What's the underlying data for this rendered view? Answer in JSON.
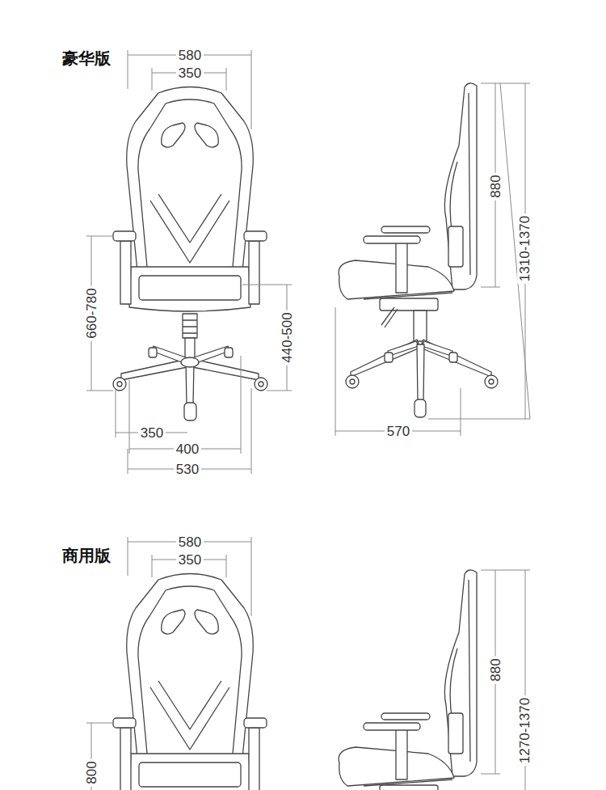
{
  "diagram": {
    "labels": [
      "豪华版",
      "580",
      "350",
      "660-780",
      "440-500",
      "350",
      "400",
      "530",
      "880",
      "1310-1370",
      "570",
      "商用版",
      "580",
      "350",
      "800",
      "880",
      "1270-1370"
    ]
  }
}
